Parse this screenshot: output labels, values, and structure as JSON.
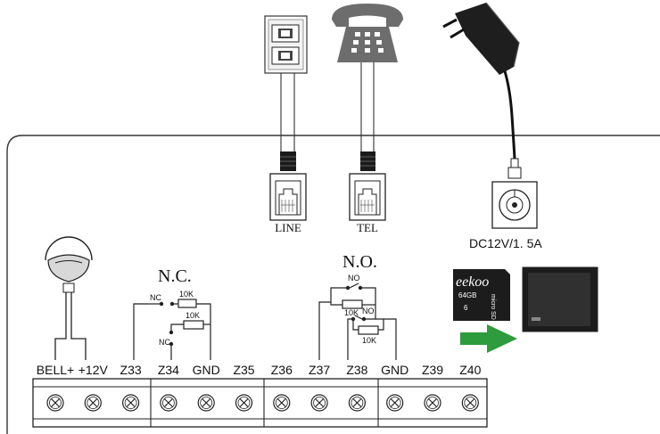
{
  "connectors": {
    "line_label": "LINE",
    "tel_label": "TEL",
    "power_label": "DC12V/1. 5A"
  },
  "circuits": {
    "nc_title": "N.C.",
    "no_title": "N.O.",
    "nc_contact_1": "NC",
    "nc_contact_2": "NC",
    "nc_resistor_1": "10K",
    "nc_resistor_2": "10K",
    "no_contact_1": "NO",
    "no_contact_2": "NO",
    "no_resistor_1": "10K",
    "no_resistor_2": "10K"
  },
  "sd_card": {
    "brand": "eekoo",
    "capacity": "64GB",
    "class": "6",
    "logo": "micro SD HC"
  },
  "terminals": [
    {
      "label": "BELL+"
    },
    {
      "label": "+12V"
    },
    {
      "label": "Z33"
    },
    {
      "label": "Z34"
    },
    {
      "label": "GND"
    },
    {
      "label": "Z35"
    },
    {
      "label": "Z36"
    },
    {
      "label": "Z37"
    },
    {
      "label": "Z38"
    },
    {
      "label": "GND"
    },
    {
      "label": "Z39"
    },
    {
      "label": "Z40"
    }
  ],
  "colors": {
    "ink": "#111111",
    "panel_border": "#333333",
    "arrow": "#2e9b3c",
    "device_gray": "#6d6d6d",
    "card_dark": "#1c1c1c"
  }
}
